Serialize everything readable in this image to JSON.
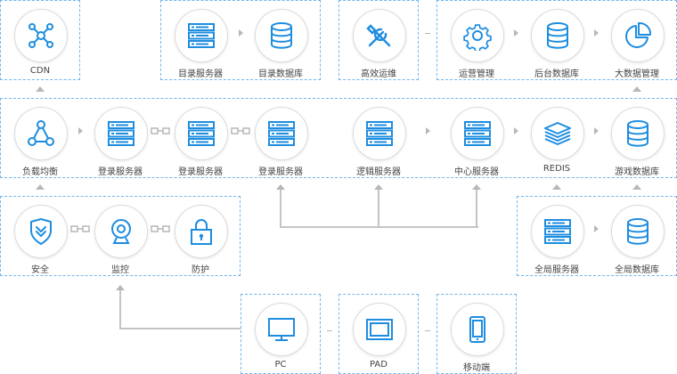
{
  "colors": {
    "icon": "#1e8de0",
    "border": "#6fb6f0",
    "connector": "#b7b7b7"
  },
  "nodes": {
    "cdn": {
      "label": "CDN",
      "icon": "network-icon"
    },
    "directory_server": {
      "label": "目录服务器",
      "icon": "server-icon"
    },
    "directory_db": {
      "label": "目录数据库",
      "icon": "database-icon"
    },
    "ops": {
      "label": "高效运维",
      "icon": "tools-icon"
    },
    "operations_mgmt": {
      "label": "运营管理",
      "icon": "gear-icon"
    },
    "backend_db": {
      "label": "后台数据库",
      "icon": "database-icon"
    },
    "bigdata_mgmt": {
      "label": "大数据管理",
      "icon": "pie-chart-icon"
    },
    "load_balance": {
      "label": "负载均衡",
      "icon": "triangle-network-icon"
    },
    "login_server_1": {
      "label": "登录服务器",
      "icon": "server-icon"
    },
    "login_server_2": {
      "label": "登录服务器",
      "icon": "server-icon"
    },
    "login_server_3": {
      "label": "登录服务器",
      "icon": "server-icon"
    },
    "logic_server": {
      "label": "逻辑服务器",
      "icon": "server-icon"
    },
    "center_server": {
      "label": "中心服务器",
      "icon": "server-icon"
    },
    "redis": {
      "label": "REDIS",
      "icon": "stack-icon"
    },
    "game_db": {
      "label": "游戏数据库",
      "icon": "database-icon"
    },
    "security": {
      "label": "安全",
      "icon": "shield-icon"
    },
    "monitor": {
      "label": "监控",
      "icon": "webcam-icon"
    },
    "protection": {
      "label": "防护",
      "icon": "lock-icon"
    },
    "global_server": {
      "label": "全局服务器",
      "icon": "server-icon"
    },
    "global_db": {
      "label": "全局数据库",
      "icon": "database-icon"
    },
    "pc": {
      "label": "PC",
      "icon": "monitor-icon"
    },
    "pad": {
      "label": "PAD",
      "icon": "tablet-icon"
    },
    "mobile": {
      "label": "移动端",
      "icon": "phone-icon"
    }
  }
}
